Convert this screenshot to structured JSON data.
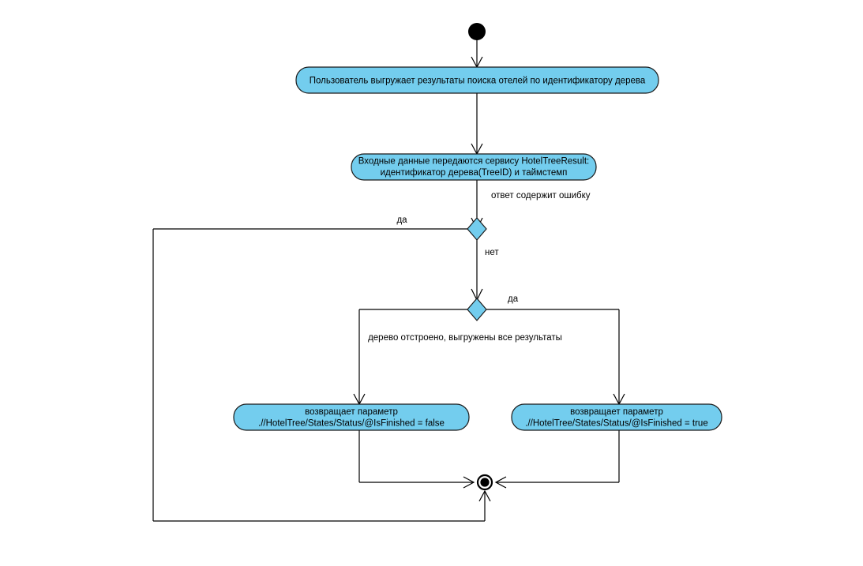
{
  "diagram": {
    "type": "uml-activity-diagram",
    "background_color": "#ffffff",
    "node_fill_color": "#73cdee",
    "node_stroke_color": "#1a1a1a",
    "line_color": "#000000",
    "nodes": {
      "initial": {
        "kind": "initial-node"
      },
      "activity_1": {
        "kind": "activity",
        "lines": [
          "Пользователь выгружает результаты поиска отелей по идентификатору дерева"
        ]
      },
      "activity_2": {
        "kind": "activity",
        "lines": [
          "Входные данные передаются сервису HotelTreeResult:",
          "идентификатор дерева(TreeID) и таймстемп"
        ]
      },
      "decision_1": {
        "kind": "decision"
      },
      "decision_2": {
        "kind": "decision"
      },
      "activity_3": {
        "kind": "activity",
        "lines": [
          "возвращает параметр",
          ".//HotelTree/States/Status/@IsFinished = false"
        ]
      },
      "activity_4": {
        "kind": "activity",
        "lines": [
          "возвращает параметр",
          ".//HotelTree/States/Status/@IsFinished = true"
        ]
      },
      "final": {
        "kind": "final-node"
      }
    },
    "edge_labels": {
      "error_condition": "ответ содержит ошибку",
      "decision_1_yes": "да",
      "decision_1_no": "нет",
      "decision_2_yes": "да",
      "decision_2_condition": "дерево отстроено, выгружены все результаты"
    }
  }
}
